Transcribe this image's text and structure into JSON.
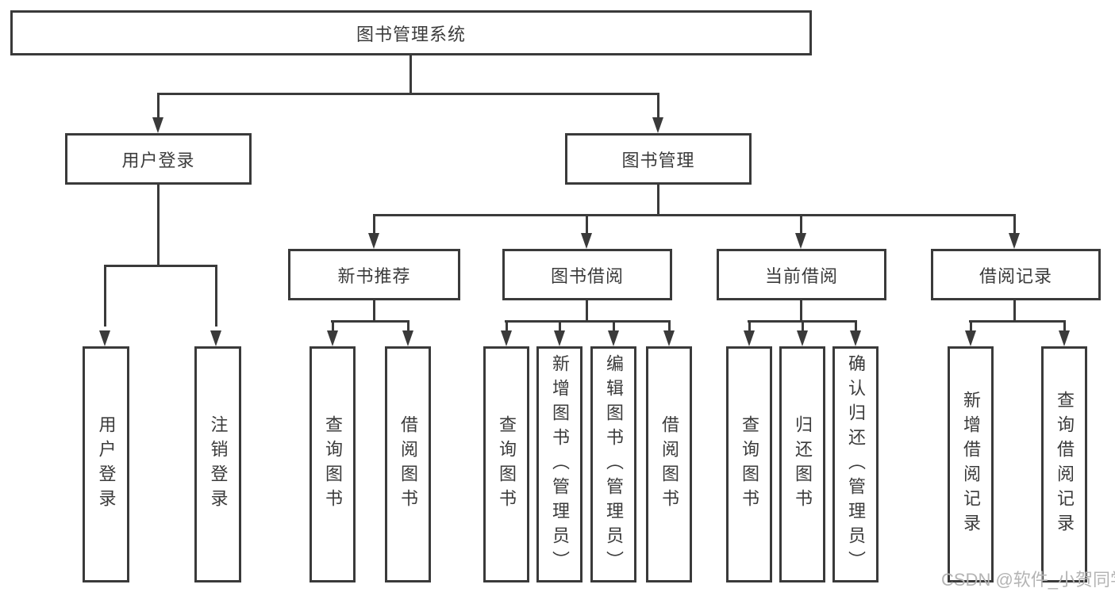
{
  "tree": {
    "label": "图书管理系统",
    "children": [
      {
        "label": "用户登录",
        "children": [
          {
            "label": "用户登录"
          },
          {
            "label": "注销登录"
          }
        ]
      },
      {
        "label": "图书管理",
        "children": [
          {
            "label": "新书推荐",
            "children": [
              {
                "label": "查询图书"
              },
              {
                "label": "借阅图书"
              }
            ]
          },
          {
            "label": "图书借阅",
            "children": [
              {
                "label": "查询图书"
              },
              {
                "label": "新增图书（管理员）"
              },
              {
                "label": "编辑图书（管理员）"
              },
              {
                "label": "借阅图书"
              }
            ]
          },
          {
            "label": "当前借阅",
            "children": [
              {
                "label": "查询图书"
              },
              {
                "label": "归还图书"
              },
              {
                "label": "确认归还（管理员）"
              }
            ]
          },
          {
            "label": "借阅记录",
            "children": [
              {
                "label": "新增借阅记录"
              },
              {
                "label": "查询借阅记录"
              }
            ]
          }
        ]
      }
    ]
  },
  "watermark": {
    "text": "CSDN @软件_小贺同学",
    "color": "#b4b4b4"
  },
  "colors": {
    "line": "#3a3a3a",
    "text": "#3b3b3b",
    "background": "#ffffff"
  }
}
